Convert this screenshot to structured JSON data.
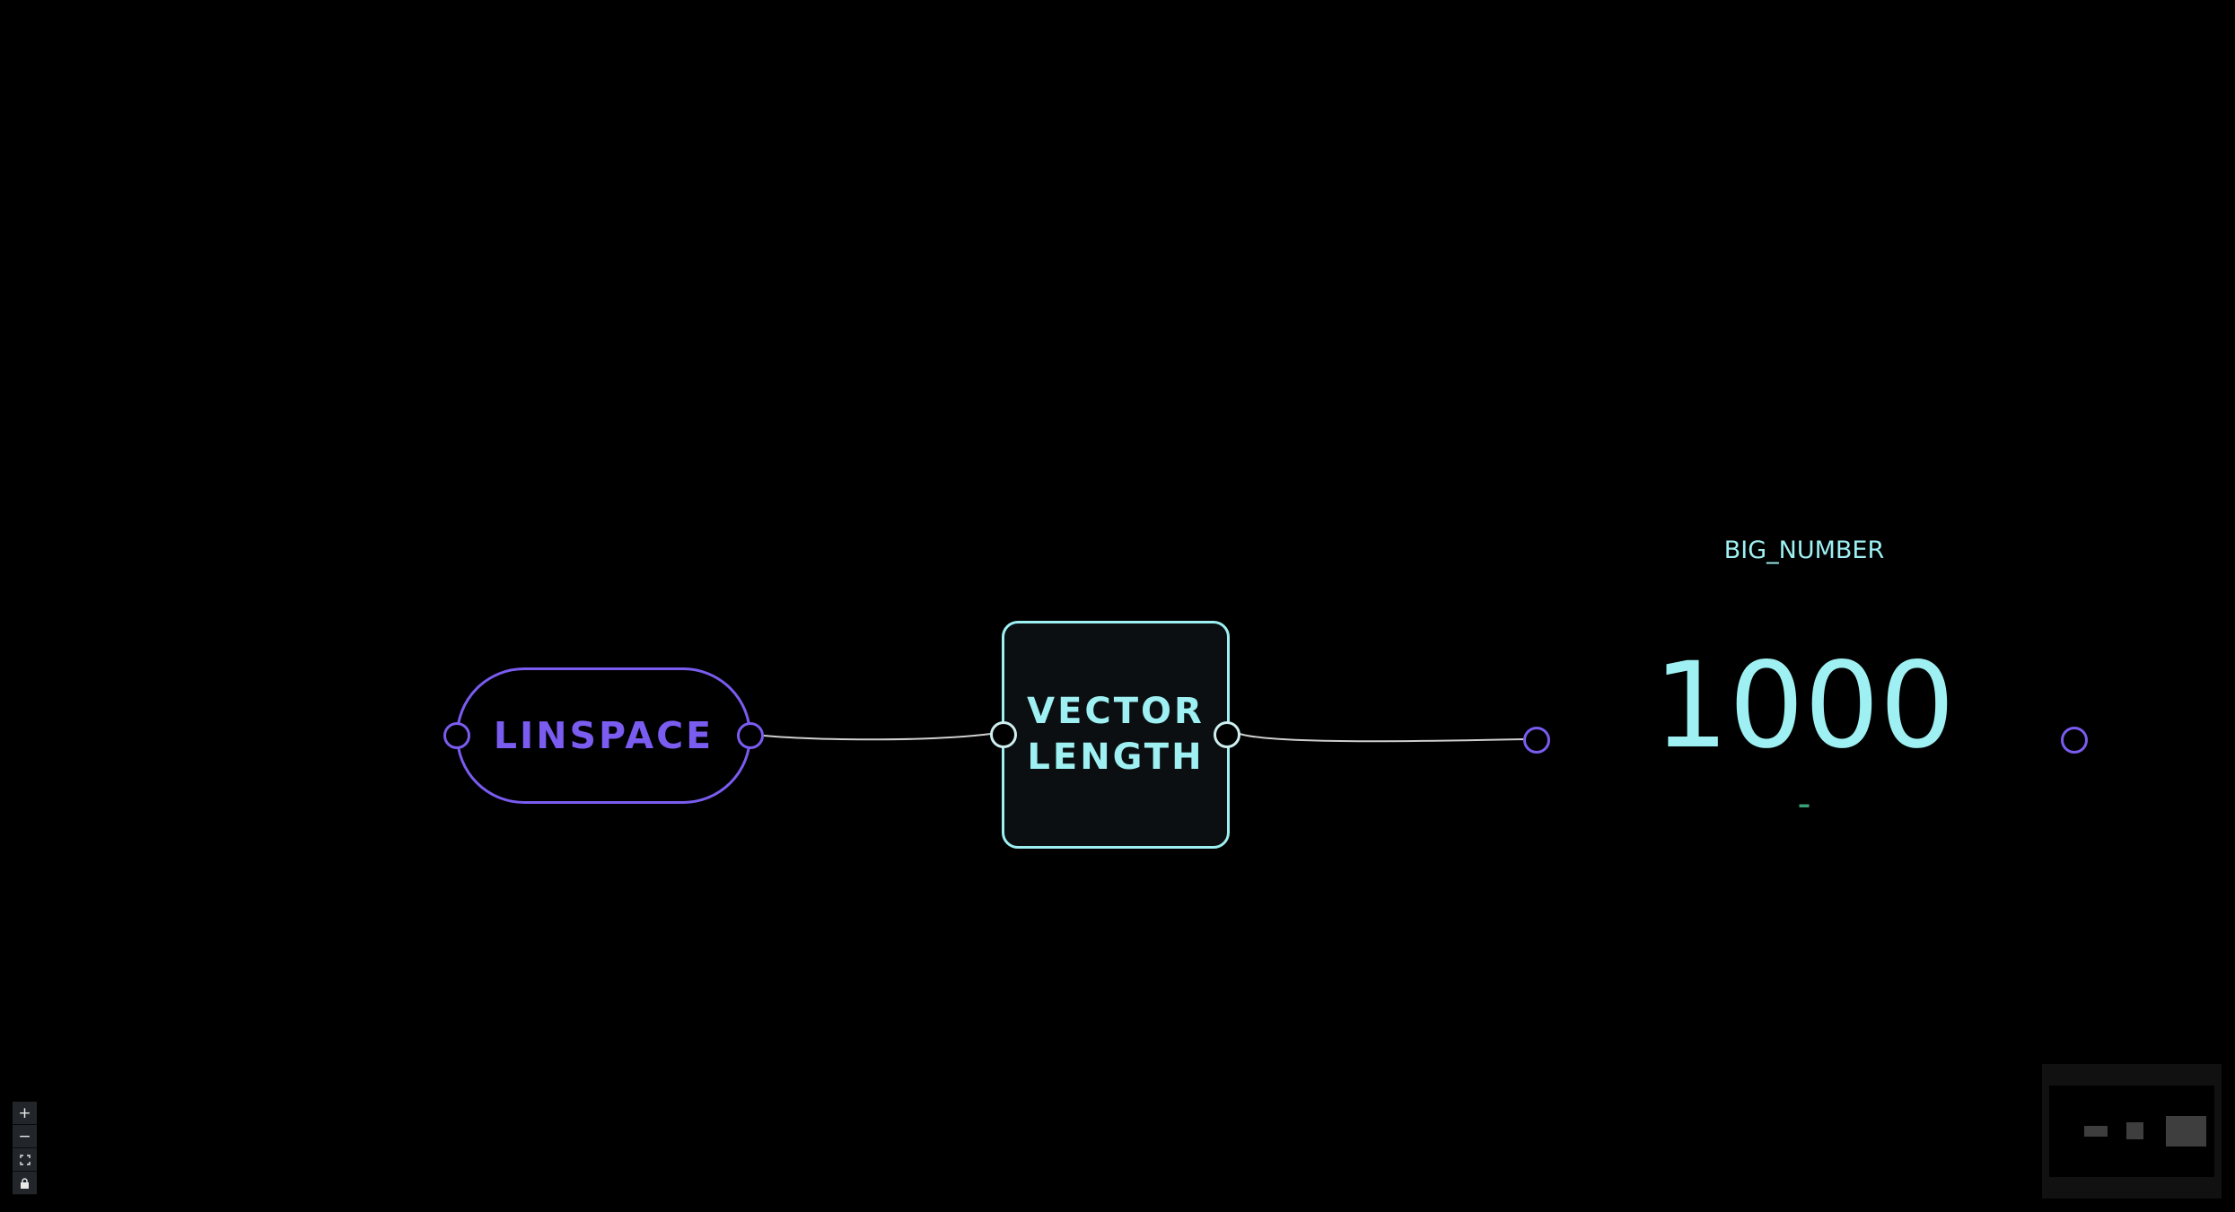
{
  "canvas": {
    "background": "#000000"
  },
  "nodes": {
    "linspace": {
      "label": "LINSPACE",
      "color": "#7a5cf0"
    },
    "vector_length": {
      "label": "VECTOR\nLENGTH",
      "color": "#9ef0f2"
    },
    "big_number": {
      "title": "BIG_NUMBER",
      "value": "1000",
      "subtext": "–",
      "color": "#9ef0f2",
      "sub_color": "#3aa079"
    }
  },
  "edges": [
    {
      "from": "linspace.out",
      "to": "vector_length.in"
    },
    {
      "from": "vector_length.out",
      "to": "big_number.in"
    }
  ],
  "controls": {
    "zoom_in": "+",
    "zoom_out": "−",
    "fit_view": "⛶",
    "lock": "🔒"
  },
  "minimap": {
    "background": "#111111"
  }
}
